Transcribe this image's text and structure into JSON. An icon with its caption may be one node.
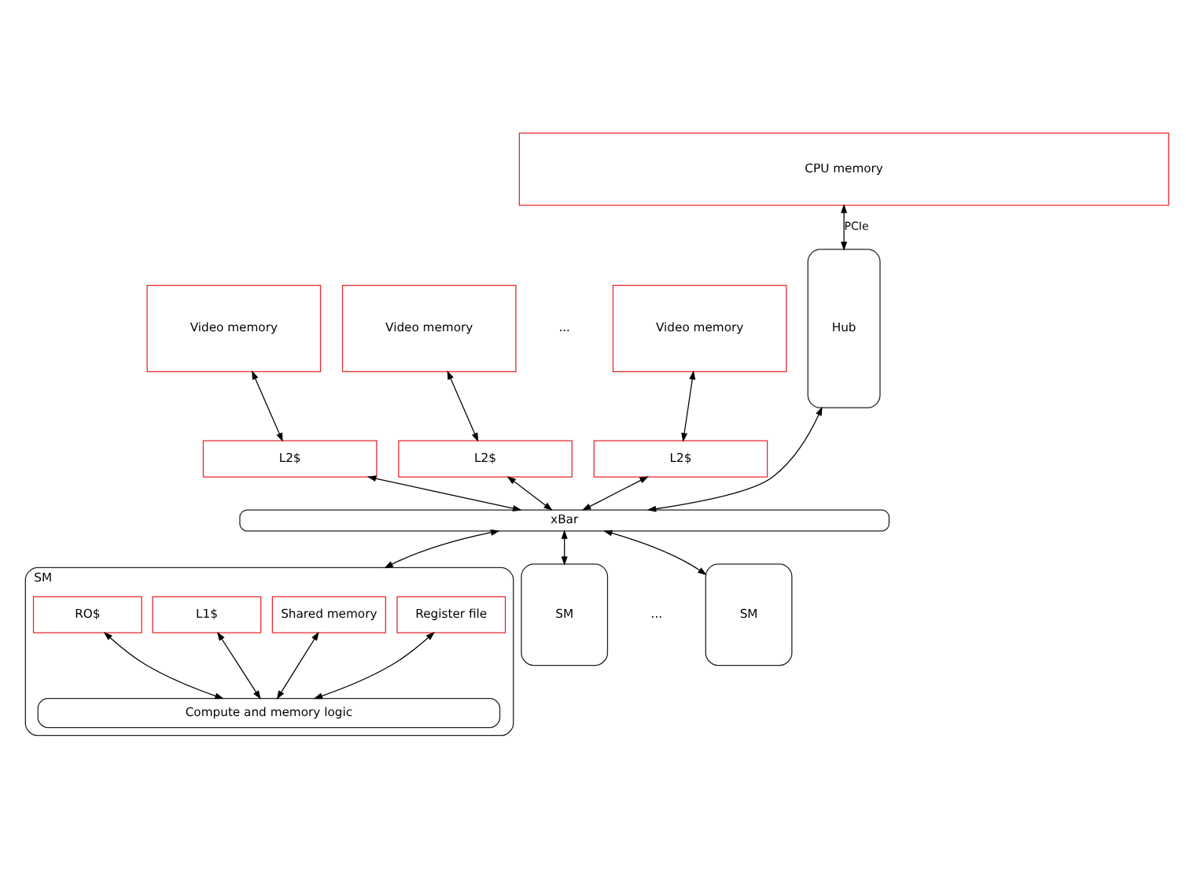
{
  "diagram": {
    "nodes": [
      {
        "text": [
          "CPU memory"
        ]
      },
      {
        "text": [
          "Video memory"
        ]
      },
      {
        "text": [
          "Video memory"
        ]
      },
      {
        "text": [
          "Video memory"
        ]
      },
      {
        "text": [
          "Hub"
        ]
      },
      {
        "text": [
          "L2$"
        ]
      },
      {
        "text": [
          "L2$"
        ]
      },
      {
        "text": [
          "L2$"
        ]
      },
      {
        "text": [
          "xBar"
        ]
      },
      {
        "text": [
          "SM"
        ]
      },
      {
        "text": [
          "Register file"
        ],
        "in": 9
      },
      {
        "text": [
          "Shared memory"
        ],
        "in": 9
      },
      {
        "text": [
          "L1$"
        ],
        "in": 9
      },
      {
        "text": [
          "RO$"
        ],
        "in": 9
      },
      {
        "text": [
          "Compute and memory logic"
        ],
        "in": 9
      },
      {
        "text": [
          "SM"
        ]
      },
      {
        "text": [
          "SM"
        ]
      }
    ],
    "edges": [
      {
        "from": 0,
        "to": 4,
        "arrow": "both",
        "label": "PCIe"
      },
      {
        "from": 1,
        "to": 5,
        "arrow": "both"
      },
      {
        "from": 2,
        "to": 6,
        "arrow": "both"
      },
      {
        "from": 3,
        "to": 7,
        "arrow": "both"
      },
      {
        "from": 5,
        "to": 8,
        "arrow": "both"
      },
      {
        "from": 6,
        "to": 8,
        "arrow": "both"
      },
      {
        "from": 7,
        "to": 8,
        "arrow": "both"
      },
      {
        "from": 4,
        "to": 8,
        "arrow": "both"
      },
      {
        "from": 8,
        "to": 9,
        "arrow": "both"
      },
      {
        "from": 8,
        "to": 15,
        "arrow": "both"
      },
      {
        "from": 8,
        "to": 16,
        "arrow": "both"
      },
      {
        "from": 10,
        "to": 14,
        "arrow": "both"
      },
      {
        "from": 11,
        "to": 14,
        "arrow": "both"
      },
      {
        "from": 12,
        "to": 14,
        "arrow": "both"
      },
      {
        "from": 13,
        "to": 14,
        "arrow": "both"
      }
    ],
    "labels": [
      "...",
      "..."
    ]
  }
}
